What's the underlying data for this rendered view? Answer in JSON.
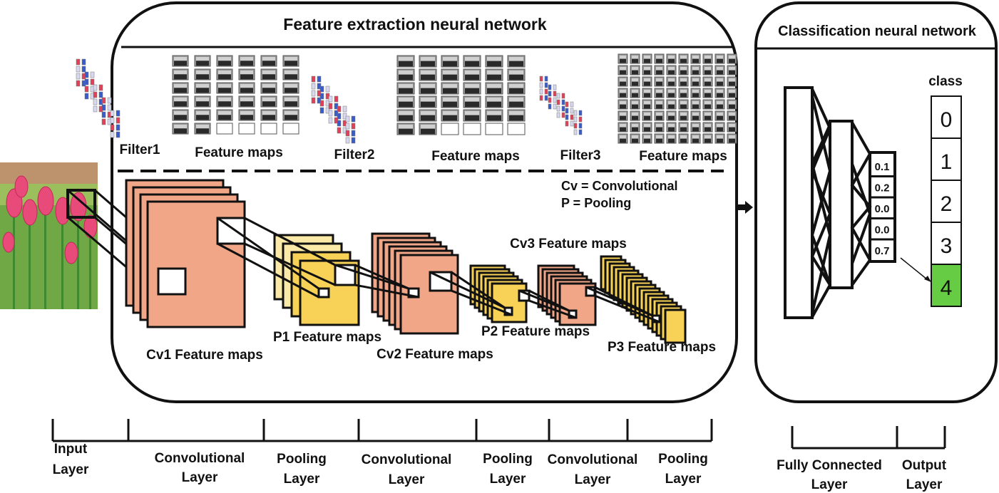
{
  "feature_panel": {
    "title": "Feature extraction neural network"
  },
  "classification_panel": {
    "title": "Classification neural network",
    "class_header": "class"
  },
  "filters_row": [
    {
      "label": "Filter1"
    },
    {
      "label": "Feature maps"
    },
    {
      "label": "Filter2"
    },
    {
      "label": "Feature maps"
    },
    {
      "label": "Filter3"
    },
    {
      "label": "Feature maps"
    }
  ],
  "legend": {
    "cv": "Cv = Convolutional",
    "p": "P = Pooling"
  },
  "blocks": {
    "cv1": "Cv1  Feature maps",
    "p1": "P1  Feature maps",
    "cv2": "Cv2  Feature maps",
    "p2": "P2  Feature maps",
    "cv3": "Cv3  Feature maps",
    "p3": "P3  Feature maps"
  },
  "fc_outputs": [
    "0.1",
    "0.2",
    "0.0",
    "0.0",
    "0.7"
  ],
  "classes": [
    "0",
    "1",
    "2",
    "3",
    "4"
  ],
  "colors": {
    "conv": "#f2a688",
    "pool": "#f7d257",
    "pool_light": "#fbe9a8",
    "selected_class": "#66cc44",
    "filter_red": "#e0405a",
    "filter_blue": "#3a5cc8",
    "tulip_pink": "#e84b7a",
    "stem_green": "#4a9a3a"
  },
  "bottom_layers": [
    {
      "line1": "Input",
      "line2": "Layer"
    },
    {
      "line1": "Convolutional",
      "line2": "Layer"
    },
    {
      "line1": "Pooling",
      "line2": "Layer"
    },
    {
      "line1": "Convolutional",
      "line2": "Layer"
    },
    {
      "line1": "Pooling",
      "line2": "Layer"
    },
    {
      "line1": "Convolutional",
      "line2": "Layer"
    },
    {
      "line1": "Pooling",
      "line2": "Layer"
    },
    {
      "line1": "Fully Connected",
      "line2": "Layer"
    },
    {
      "line1": "Output",
      "line2": "Layer"
    }
  ]
}
